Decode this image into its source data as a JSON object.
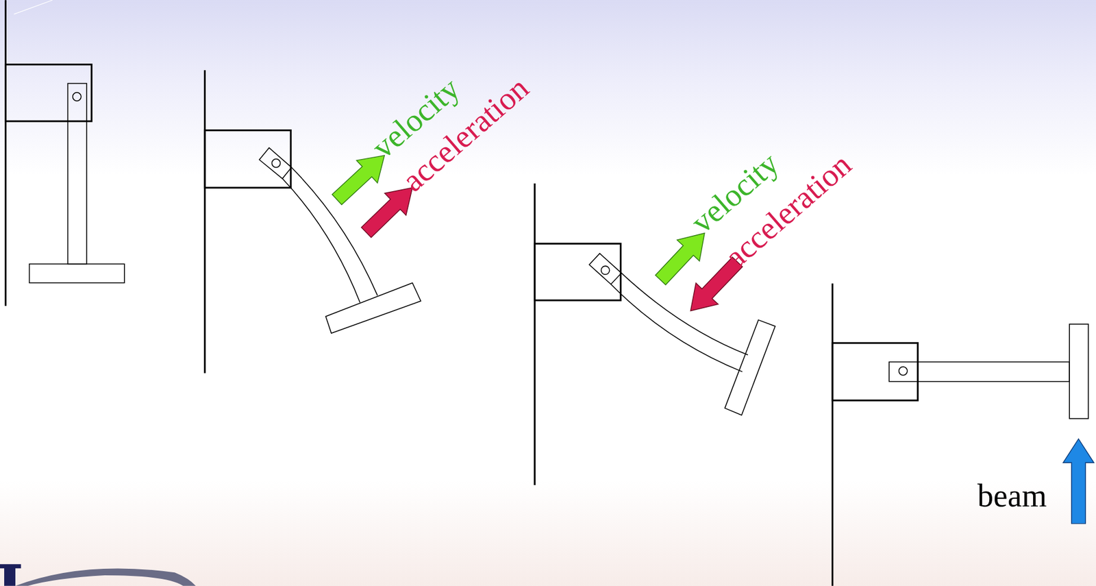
{
  "diagram": {
    "labels": [
      "velocity",
      "acceleration",
      "velocity",
      "acceleration",
      "beam"
    ]
  }
}
